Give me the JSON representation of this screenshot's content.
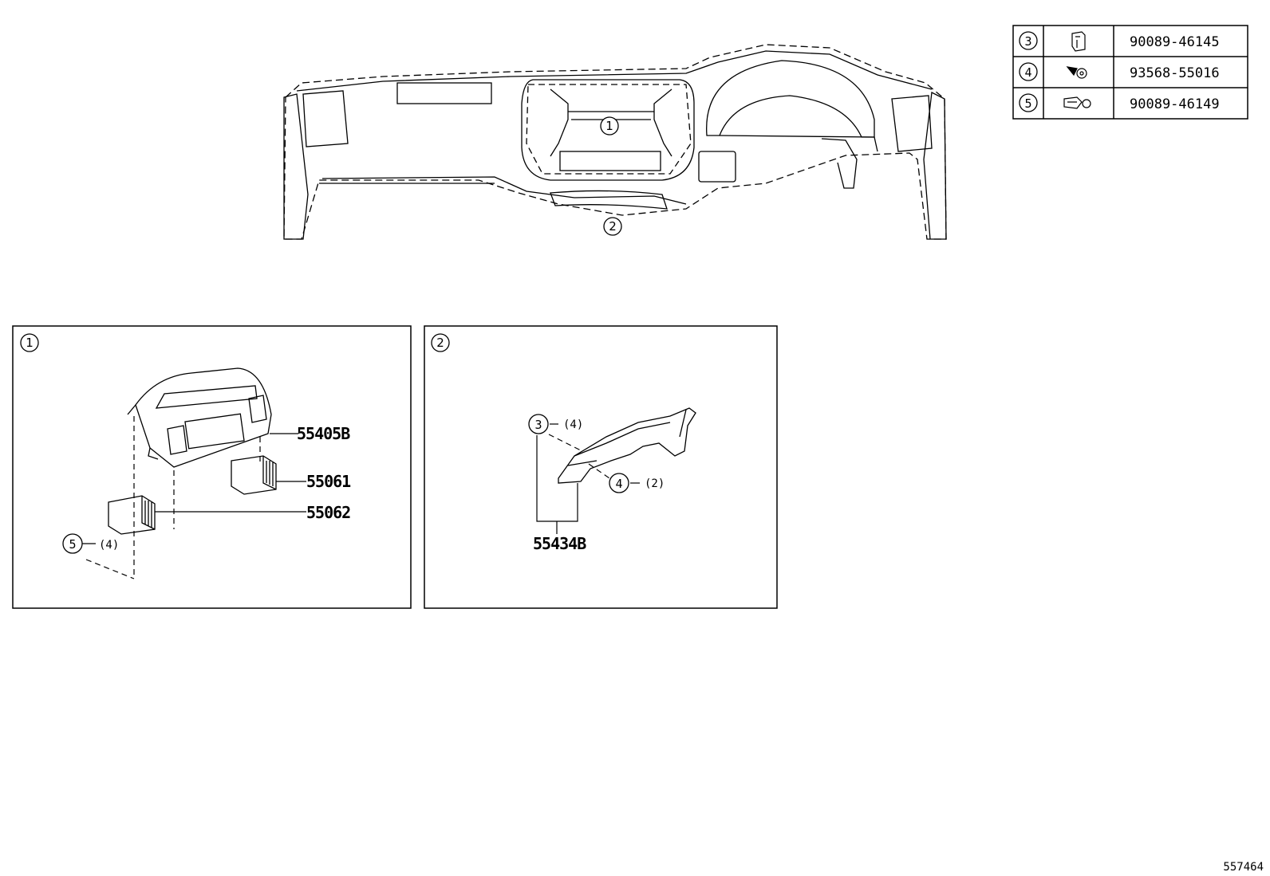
{
  "overview": {
    "callout_1": "1",
    "callout_2": "2"
  },
  "fastener_table": {
    "rows": [
      {
        "ref": "3",
        "icon": "clip-icon",
        "part_no": "90089-46145"
      },
      {
        "ref": "4",
        "icon": "nut-clip-icon",
        "part_no": "93568-55016"
      },
      {
        "ref": "5",
        "icon": "push-clip-icon",
        "part_no": "90089-46149"
      }
    ]
  },
  "detail_1": {
    "tag": "1",
    "parts": {
      "bezel": "55405B",
      "vent_right": "55061",
      "vent_left": "55062"
    },
    "fastener": {
      "ref": "5",
      "qty": "(4)"
    }
  },
  "detail_2": {
    "tag": "2",
    "part": "55434B",
    "fasteners": [
      {
        "ref": "3",
        "qty": "(4)"
      },
      {
        "ref": "4",
        "qty": "(2)"
      }
    ]
  },
  "illustration_number": "557464"
}
